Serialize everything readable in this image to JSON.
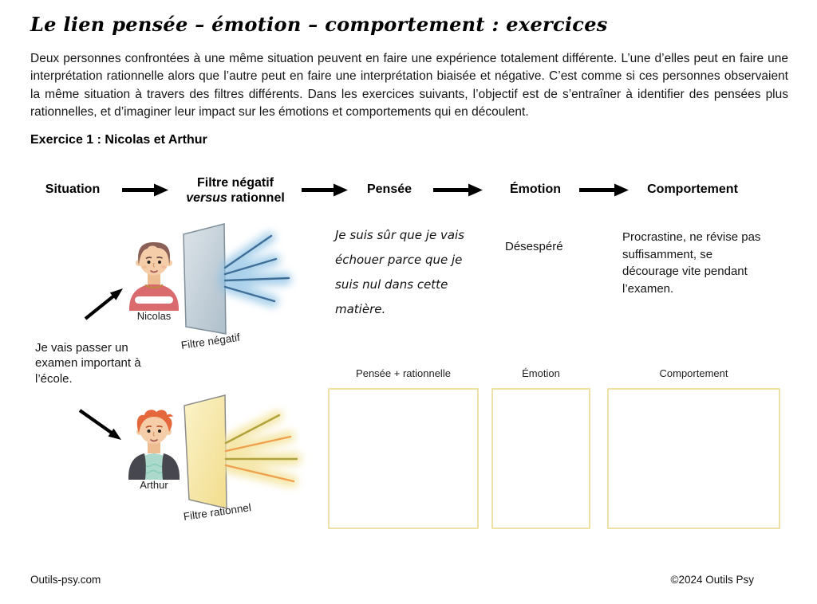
{
  "page": {
    "title": "Le lien pensée – émotion – comportement : exercices",
    "intro": "Deux personnes confrontées à une même situation peuvent en faire une expérience totalement différente. L’une d’elles peut en faire une interprétation rationnelle alors que l’autre peut en faire une interprétation biaisée et négative. C’est comme si ces personnes observaient la même situation à travers des filtres différents. Dans les exercices suivants, l’objectif est de s’entraîner à identifier des pensées plus rationnelles, et d’imaginer leur impact sur les émotions et comportements qui en découlent.",
    "exercise_heading": "Exercice 1 : Nicolas et Arthur"
  },
  "flow": {
    "situation": "Situation",
    "filter_line1": "Filtre négatif",
    "filter_versus": "versus",
    "filter_line2_rest": " rationnel",
    "pensee": "Pensée",
    "emotion": "Émotion",
    "comportement": "Comportement"
  },
  "situation_example": {
    "lines": [
      "Je vais passer un",
      "examen important à",
      "l’école."
    ]
  },
  "nicolas": {
    "name": "Nicolas",
    "filter_label": "Filtre négatif",
    "thought_lines": [
      "Je suis sûr que je vais",
      "échouer parce que je",
      "suis nul dans cette",
      "matière."
    ],
    "emotion": "Désespéré",
    "behavior_lines": [
      "Procrastine, ne révise pas",
      "suffisamment, se",
      "décourage vite pendant",
      "l’examen."
    ]
  },
  "arthur": {
    "name": "Arthur",
    "filter_label": "Filtre rationnel",
    "answer_labels": {
      "pensee": "Pensée + rationnelle",
      "emotion": "Émotion",
      "comportement": "Comportement"
    },
    "answer_values": {
      "pensee": "",
      "emotion": "",
      "comportement": ""
    }
  },
  "footer": {
    "site": "Outils-psy.com",
    "copyright": "©2024 Outils Psy"
  },
  "colors": {
    "negative_filter_fill": "#b8c8d3",
    "negative_ray": "#3f6f98",
    "negative_glow": "#8fc2e4",
    "rational_filter_fill": "#f5e598",
    "rational_ray_warm": "#efa04e",
    "rational_ray_olive": "#b1a23b",
    "answer_box_border": "#efe0a4"
  }
}
